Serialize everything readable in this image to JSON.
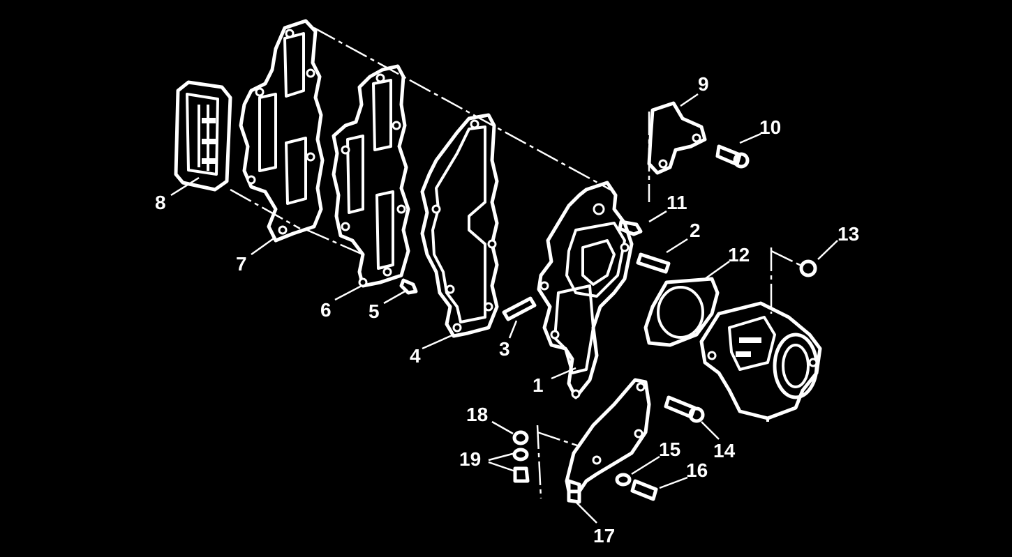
{
  "diagram": {
    "background": "#000000",
    "line_color": "#ffffff",
    "callouts": [
      {
        "id": "c1",
        "label": "1"
      },
      {
        "id": "c2",
        "label": "2"
      },
      {
        "id": "c3",
        "label": "3"
      },
      {
        "id": "c4",
        "label": "4"
      },
      {
        "id": "c5",
        "label": "5"
      },
      {
        "id": "c6",
        "label": "6"
      },
      {
        "id": "c7",
        "label": "7"
      },
      {
        "id": "c8",
        "label": "8"
      },
      {
        "id": "c9",
        "label": "9"
      },
      {
        "id": "c10",
        "label": "10"
      },
      {
        "id": "c11",
        "label": "11"
      },
      {
        "id": "c12",
        "label": "12"
      },
      {
        "id": "c13",
        "label": "13"
      },
      {
        "id": "c14",
        "label": "14"
      },
      {
        "id": "c15",
        "label": "15"
      },
      {
        "id": "c16",
        "label": "16"
      },
      {
        "id": "c17",
        "label": "17"
      },
      {
        "id": "c18",
        "label": "18"
      },
      {
        "id": "c19",
        "label": "19"
      }
    ]
  }
}
